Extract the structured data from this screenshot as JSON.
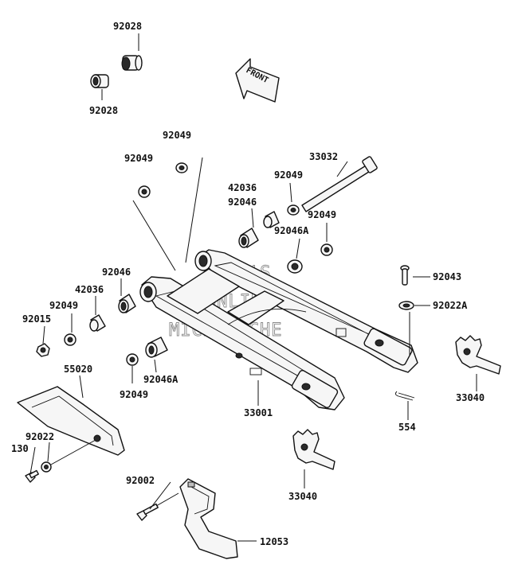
{
  "diagram": {
    "front_label": "FRONT",
    "watermark": [
      "HLSM'S",
      "ONLINE",
      "MICROFICHE"
    ],
    "callouts": {
      "p92028_top": "92028",
      "p92028_bot": "92028",
      "p92049_a": "92049",
      "p92049_b": "92049",
      "p33032": "33032",
      "p92049_c": "92049",
      "p42036_a": "42036",
      "p92046_a": "92046",
      "p92049_d": "92049",
      "p92046A_a": "92046A",
      "p92043": "92043",
      "p92022A": "92022A",
      "p92046_b": "92046",
      "p42036_b": "42036",
      "p92049_e": "92049",
      "p92015": "92015",
      "p92046A_b": "92046A",
      "p92049_f": "92049",
      "p33040_a": "33040",
      "p55020": "55020",
      "p33001": "33001",
      "p554": "554",
      "p92022": "92022",
      "p130": "130",
      "p92002": "92002",
      "p33040_b": "33040",
      "p12053": "12053"
    }
  }
}
